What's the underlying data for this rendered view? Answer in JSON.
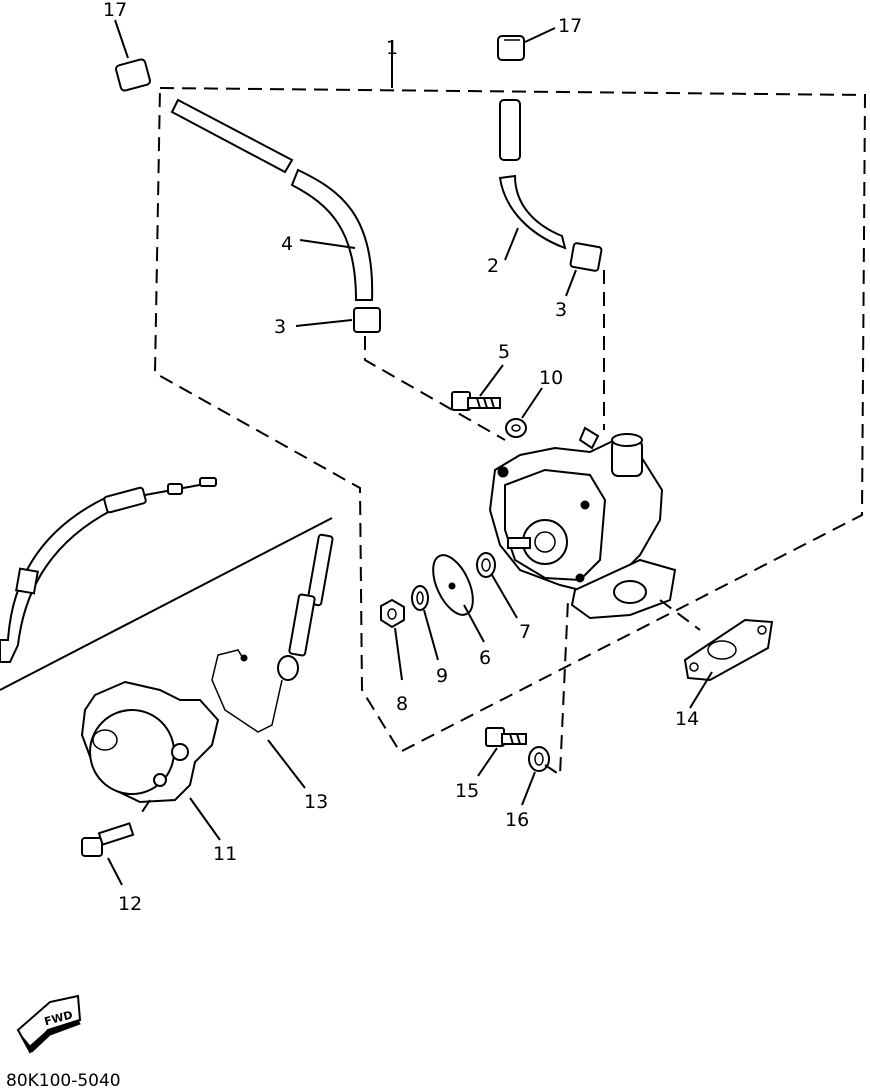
{
  "diagram": {
    "callouts": {
      "p1": "1",
      "p2": "2",
      "p3a": "3",
      "p3b": "3",
      "p4": "4",
      "p5": "5",
      "p6": "6",
      "p7": "7",
      "p8": "8",
      "p9": "9",
      "p10": "10",
      "p11": "11",
      "p12": "12",
      "p13": "13",
      "p14": "14",
      "p15": "15",
      "p16": "16",
      "p17a": "17",
      "p17b": "17"
    },
    "fwd_label": "FWD",
    "drawing_code": "80K100-5040"
  }
}
